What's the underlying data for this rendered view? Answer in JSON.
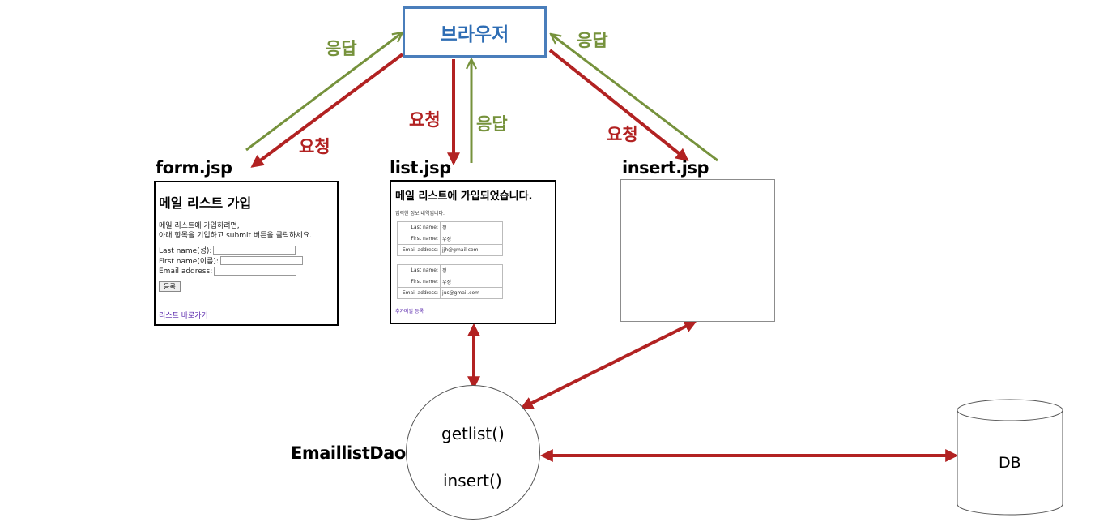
{
  "browser": {
    "label": "브라우저"
  },
  "labels": {
    "request": "요청",
    "response": "응답"
  },
  "colors": {
    "request": "#b22222",
    "response": "#76923c",
    "browser_border": "#4a7ebb",
    "browser_text": "#2e6db4"
  },
  "pages": {
    "form": {
      "name": "form.jsp",
      "heading": "메일 리스트 가입",
      "intro_line1": "메일 리스트에 가입하려면,",
      "intro_line2": "아래 항목을 기입하고 submit 버튼을 클릭하세요.",
      "fields": [
        {
          "label": "Last name(성):",
          "value": ""
        },
        {
          "label": "First name(이름):",
          "value": ""
        },
        {
          "label": "Email address:",
          "value": ""
        }
      ],
      "submit_label": "등록",
      "link": "리스트 바로가기"
    },
    "list": {
      "name": "list.jsp",
      "heading": "메일 리스트에 가입되었습니다.",
      "intro": "입력한 정보 내역입니다.",
      "records": [
        {
          "rows": [
            {
              "key": "Last name:",
              "value": "정"
            },
            {
              "key": "First name:",
              "value": "우성"
            },
            {
              "key": "Email address:",
              "value": "jjh@gmail.com"
            }
          ]
        },
        {
          "rows": [
            {
              "key": "Last name:",
              "value": "정"
            },
            {
              "key": "First name:",
              "value": "우성"
            },
            {
              "key": "Email address:",
              "value": "jus@gmail.com"
            }
          ]
        }
      ],
      "link": "추가메일 등록"
    },
    "insert": {
      "name": "insert.jsp"
    }
  },
  "dao": {
    "name": "EmaillistDao",
    "methods": [
      "getlist()",
      "insert()"
    ]
  },
  "db": {
    "label": "DB"
  }
}
